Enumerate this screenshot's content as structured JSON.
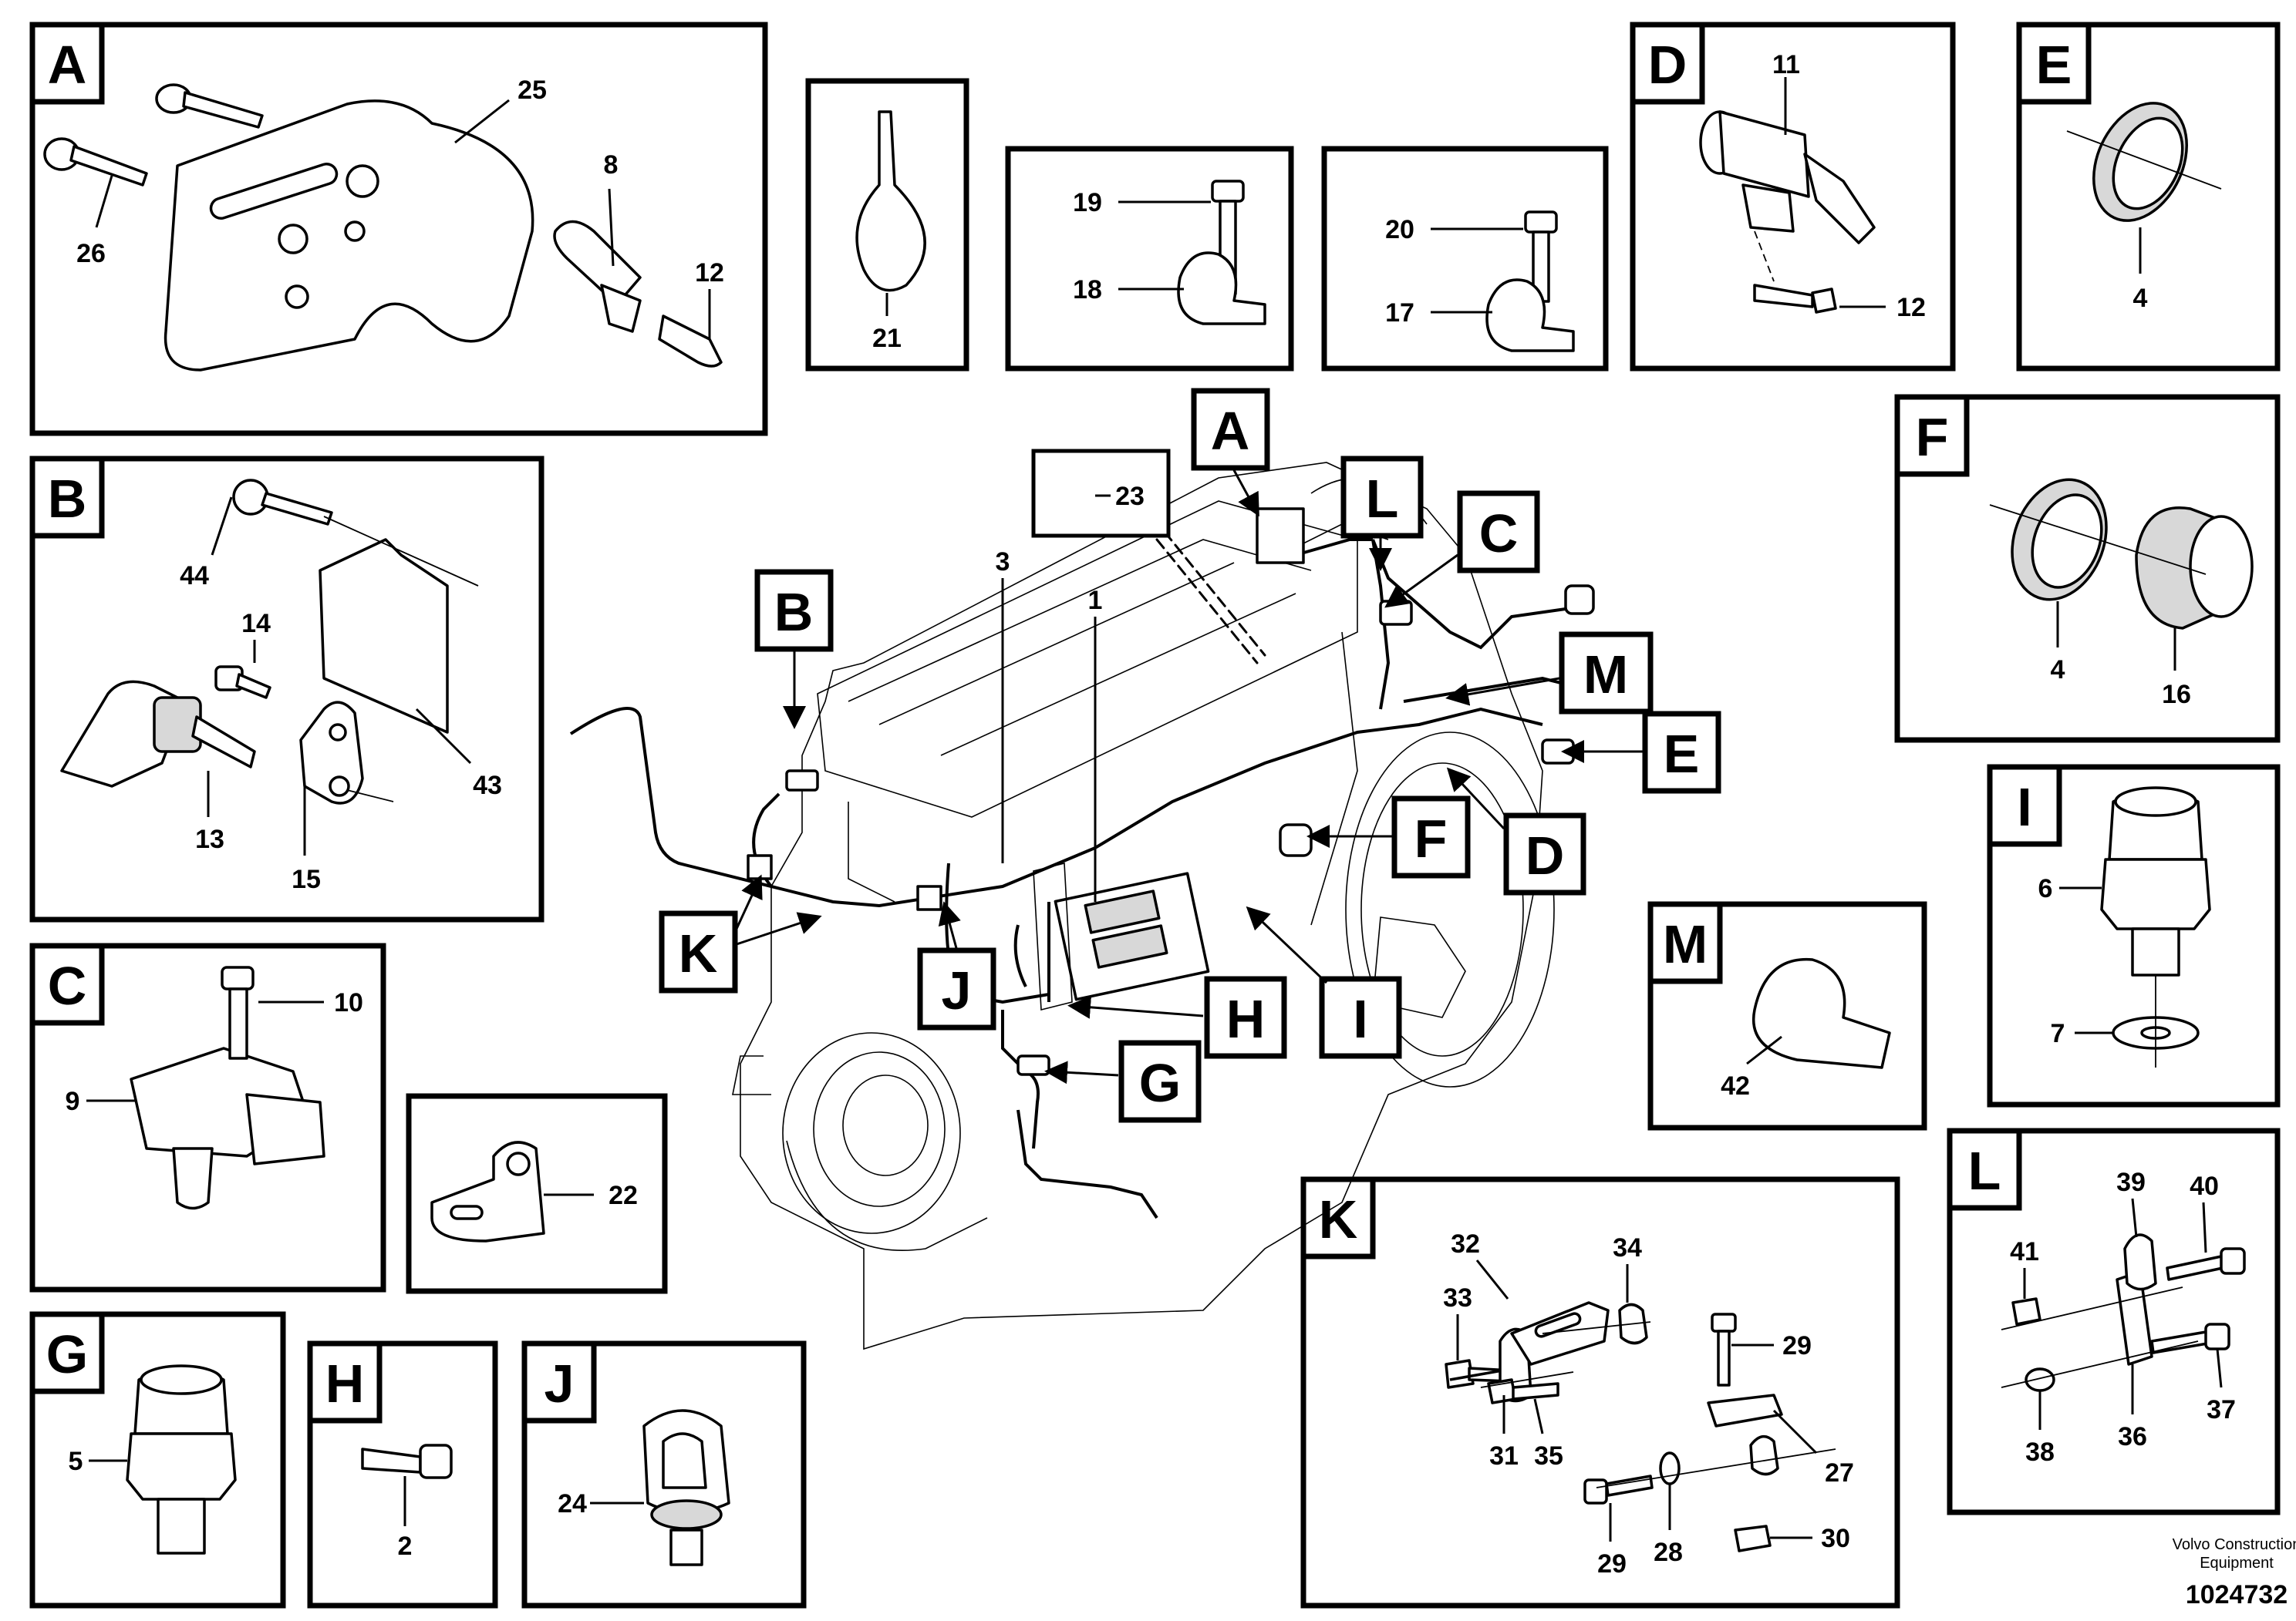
{
  "panels": {
    "A": {
      "label": "A",
      "callouts": [
        "25",
        "26",
        "8",
        "12"
      ]
    },
    "B": {
      "label": "B",
      "callouts": [
        "44",
        "14",
        "43",
        "13",
        "15"
      ]
    },
    "C": {
      "label": "C",
      "callouts": [
        "10",
        "9"
      ]
    },
    "D": {
      "label": "D",
      "callouts": [
        "11",
        "12"
      ]
    },
    "E": {
      "label": "E",
      "callouts": [
        "4"
      ]
    },
    "F": {
      "label": "F",
      "callouts": [
        "4",
        "16"
      ]
    },
    "G": {
      "label": "G",
      "callouts": [
        "5"
      ]
    },
    "H": {
      "label": "H",
      "callouts": [
        "2"
      ]
    },
    "I": {
      "label": "I",
      "callouts": [
        "6",
        "7"
      ]
    },
    "J": {
      "label": "J",
      "callouts": [
        "24"
      ]
    },
    "K": {
      "label": "K",
      "callouts": [
        "32",
        "34",
        "33",
        "29",
        "31",
        "35",
        "27",
        "29",
        "28",
        "30"
      ]
    },
    "L": {
      "label": "L",
      "callouts": [
        "39",
        "40",
        "41",
        "37",
        "38",
        "36"
      ]
    },
    "M": {
      "label": "M",
      "callouts": [
        "42"
      ]
    },
    "p21": {
      "callouts": [
        "21"
      ]
    },
    "p19": {
      "callouts": [
        "19",
        "18"
      ]
    },
    "p17": {
      "callouts": [
        "20",
        "17"
      ]
    },
    "p22": {
      "callouts": [
        "22"
      ]
    }
  },
  "main_view": {
    "callouts": [
      "23",
      "3",
      "1"
    ],
    "pointer_tags": [
      "A",
      "B",
      "C",
      "D",
      "E",
      "F",
      "G",
      "H",
      "I",
      "J",
      "K",
      "L",
      "M"
    ]
  },
  "footer": {
    "company_line1": "Volvo Construction",
    "company_line2": "Equipment",
    "document_number": "1024732"
  }
}
